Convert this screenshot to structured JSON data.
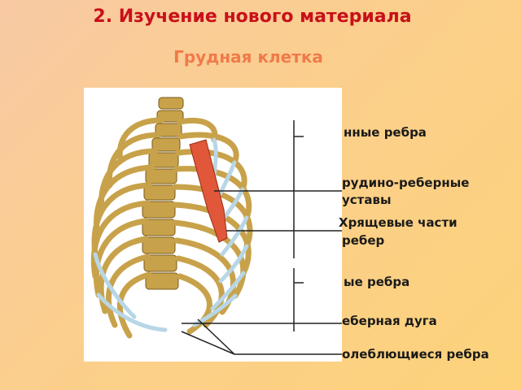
{
  "slide": {
    "title": "2. Изучение нового материала",
    "subtitle": "Грудная клетка"
  },
  "colors": {
    "title": "#c8101a",
    "subtitle": "#f07a4a",
    "bone": "#c8a24a",
    "cartilage": "#b7d6e6",
    "sternum": "#e0573a"
  },
  "labels": [
    {
      "text": "нные ребра"
    },
    {
      "text": "рудино-реберные"
    },
    {
      "text": "уставы"
    },
    {
      "text": "Хрящевые части"
    },
    {
      "text": "ребер"
    },
    {
      "text": "ые ребра"
    },
    {
      "text": "еберная дуга"
    },
    {
      "text": "олеблющиеся ребра"
    }
  ]
}
